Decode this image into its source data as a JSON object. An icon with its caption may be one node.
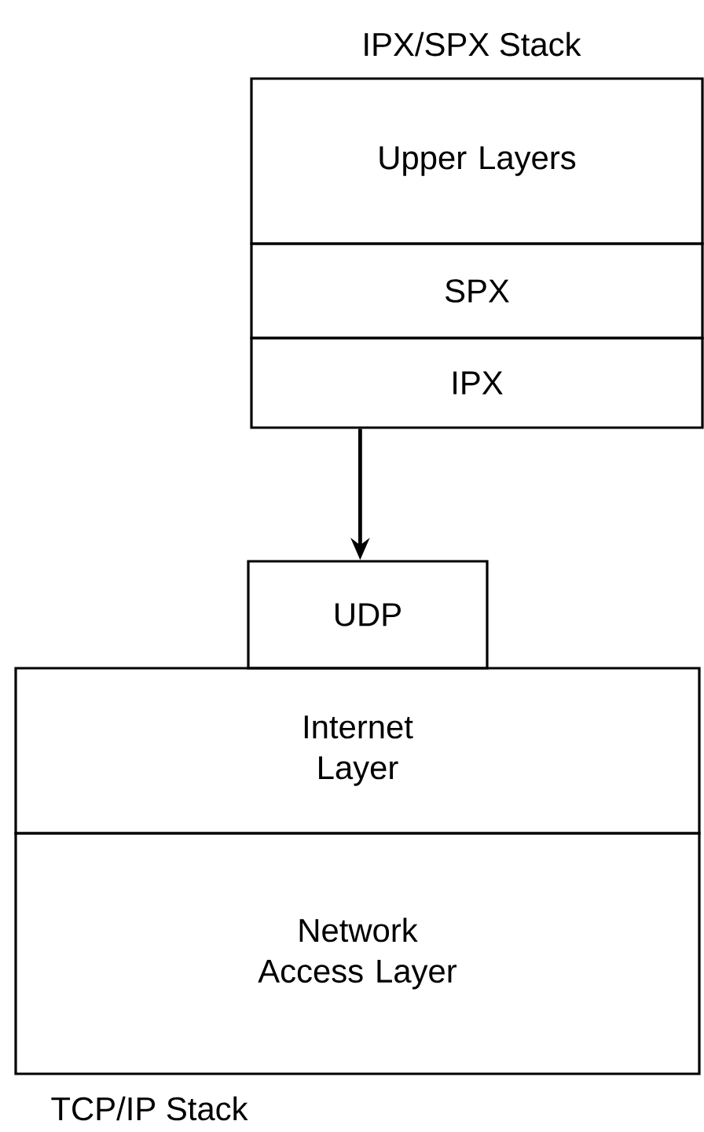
{
  "diagram": {
    "nodes": [
      {
        "text": [
          "Upper Layers"
        ]
      },
      {
        "text": [
          "SPX"
        ]
      },
      {
        "text": [
          "IPX"
        ]
      },
      {
        "text": [
          "UDP"
        ]
      },
      {
        "text": [
          "Internet Layer"
        ]
      },
      {
        "text": [
          "Network Access Layer"
        ]
      }
    ],
    "edges": [
      {
        "from": 2,
        "to": 3,
        "arrow": "to"
      }
    ],
    "labels": [
      "IPX/SPX Stack",
      "TCP/IP Stack"
    ]
  }
}
